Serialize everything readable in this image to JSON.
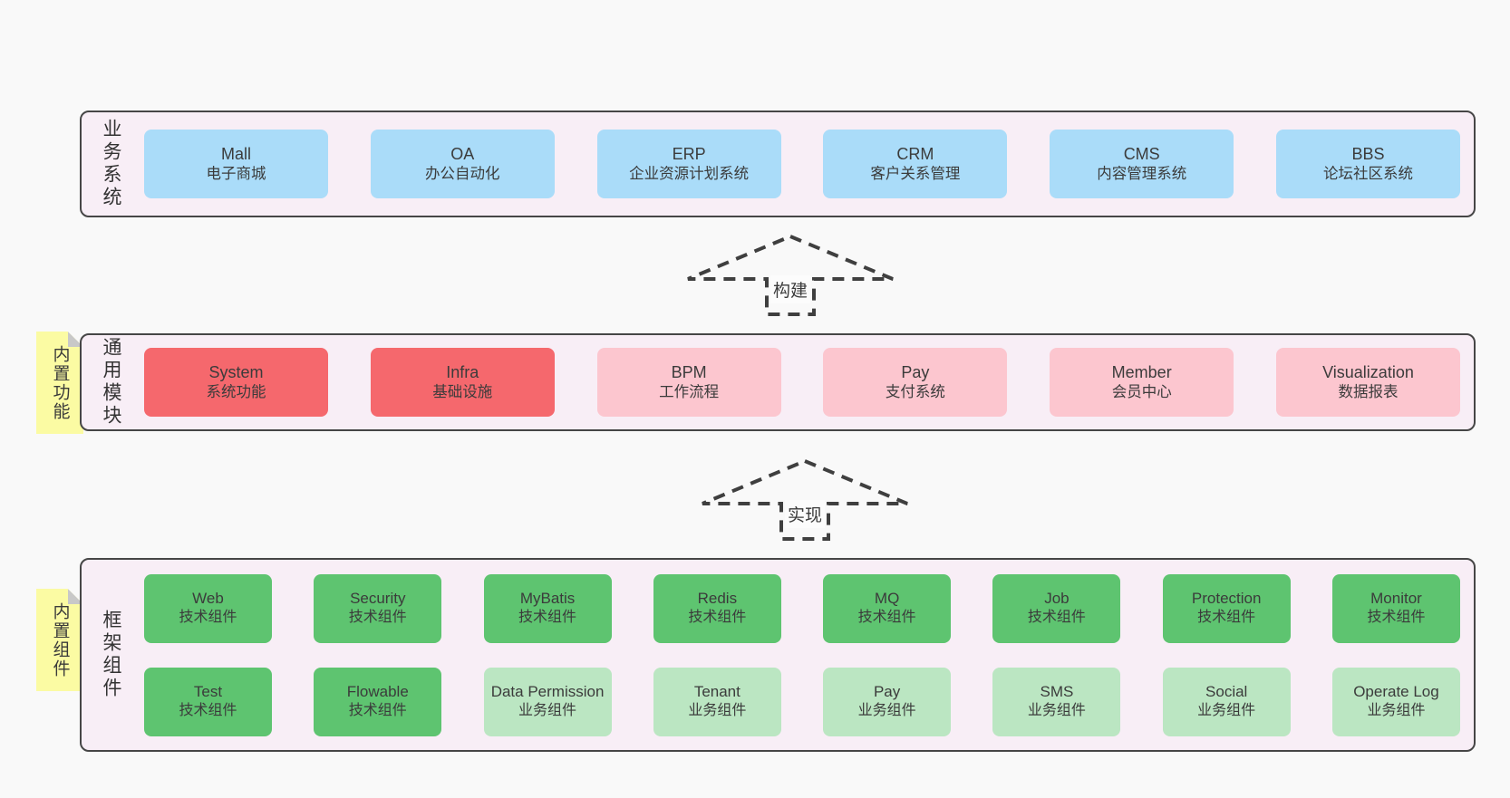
{
  "diagram": {
    "tiers": [
      {
        "label": "业务系统",
        "boxes": [
          {
            "name": "Mall",
            "desc": "电子商城"
          },
          {
            "name": "OA",
            "desc": "办公自动化"
          },
          {
            "name": "ERP",
            "desc": "企业资源计划系统"
          },
          {
            "name": "CRM",
            "desc": "客户关系管理"
          },
          {
            "name": "CMS",
            "desc": "内容管理系统"
          },
          {
            "name": "BBS",
            "desc": "论坛社区系统"
          }
        ]
      },
      {
        "label": "通用模块",
        "note": "内置功能",
        "boxes": [
          {
            "name": "System",
            "desc": "系统功能"
          },
          {
            "name": "Infra",
            "desc": "基础设施"
          },
          {
            "name": "BPM",
            "desc": "工作流程"
          },
          {
            "name": "Pay",
            "desc": "支付系统"
          },
          {
            "name": "Member",
            "desc": "会员中心"
          },
          {
            "name": "Visualization",
            "desc": "数据报表"
          }
        ]
      },
      {
        "label": "框架组件",
        "note": "内置组件",
        "rows": [
          [
            {
              "name": "Web",
              "desc": "技术组件"
            },
            {
              "name": "Security",
              "desc": "技术组件"
            },
            {
              "name": "MyBatis",
              "desc": "技术组件"
            },
            {
              "name": "Redis",
              "desc": "技术组件"
            },
            {
              "name": "MQ",
              "desc": "技术组件"
            },
            {
              "name": "Job",
              "desc": "技术组件"
            },
            {
              "name": "Protection",
              "desc": "技术组件"
            },
            {
              "name": "Monitor",
              "desc": "技术组件"
            }
          ],
          [
            {
              "name": "Test",
              "desc": "技术组件"
            },
            {
              "name": "Flowable",
              "desc": "技术组件"
            },
            {
              "name": "Data Permission",
              "desc": "业务组件"
            },
            {
              "name": "Tenant",
              "desc": "业务组件"
            },
            {
              "name": "Pay",
              "desc": "业务组件"
            },
            {
              "name": "SMS",
              "desc": "业务组件"
            },
            {
              "name": "Social",
              "desc": "业务组件"
            },
            {
              "name": "Operate Log",
              "desc": "业务组件"
            }
          ]
        ]
      }
    ],
    "arrows": [
      {
        "label": "构建"
      },
      {
        "label": "实现"
      }
    ],
    "colors": {
      "blue": "#aadcf9",
      "red": "#f5686d",
      "pink": "#fcc6cf",
      "green": "#5ec470",
      "light_green": "#bbe6c2",
      "note_yellow": "#fbfba3",
      "container_bg": "#f8eef6",
      "border": "#464646",
      "page_bg": "#f9f9f9"
    }
  }
}
